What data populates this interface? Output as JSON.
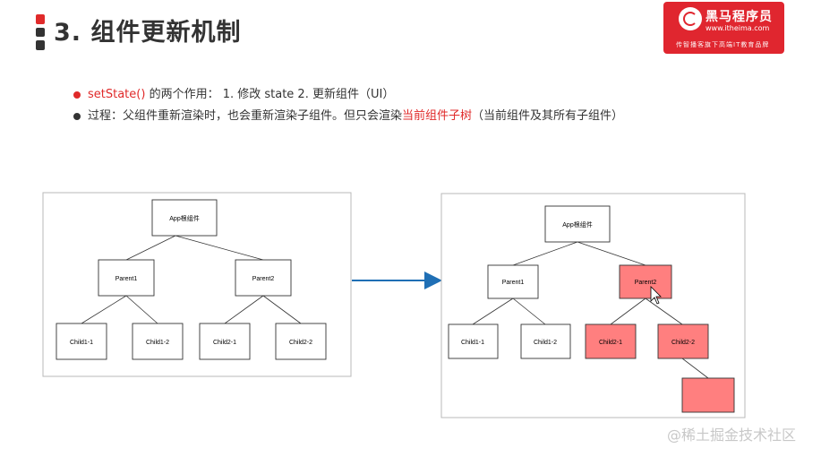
{
  "header": {
    "title": "3. 组件更新机制"
  },
  "logo": {
    "name": "黑马程序员",
    "url": "www.itheima.com",
    "slogan": "传智播客旗下高端IT教育品牌"
  },
  "bullets": [
    {
      "highlight": "setState()",
      "text": " 的两个作用： 1. 修改 state 2. 更新组件（UI）"
    },
    {
      "prefix": "过程：父组件重新渲染时，也会重新渲染子组件。但只会渲染",
      "highlight": "当前组件子树",
      "suffix": "（当前组件及其所有子组件）"
    }
  ],
  "diagram_before": {
    "nodes": {
      "app": "App根组件",
      "parent1": "Parent1",
      "parent2": "Parent2",
      "child11": "Child1-1",
      "child12": "Child1-2",
      "child21": "Child2-1",
      "child22": "Child2-2"
    }
  },
  "diagram_after": {
    "nodes": {
      "app": "App根组件",
      "parent1": "Parent1",
      "parent2": "Parent2",
      "child11": "Child1-1",
      "child12": "Child1-2",
      "child21": "Child2-1",
      "child22": "Child2-2",
      "extra": ""
    },
    "highlight_color": "#ff7f7f"
  },
  "watermark": "@稀土掘金技术社区"
}
